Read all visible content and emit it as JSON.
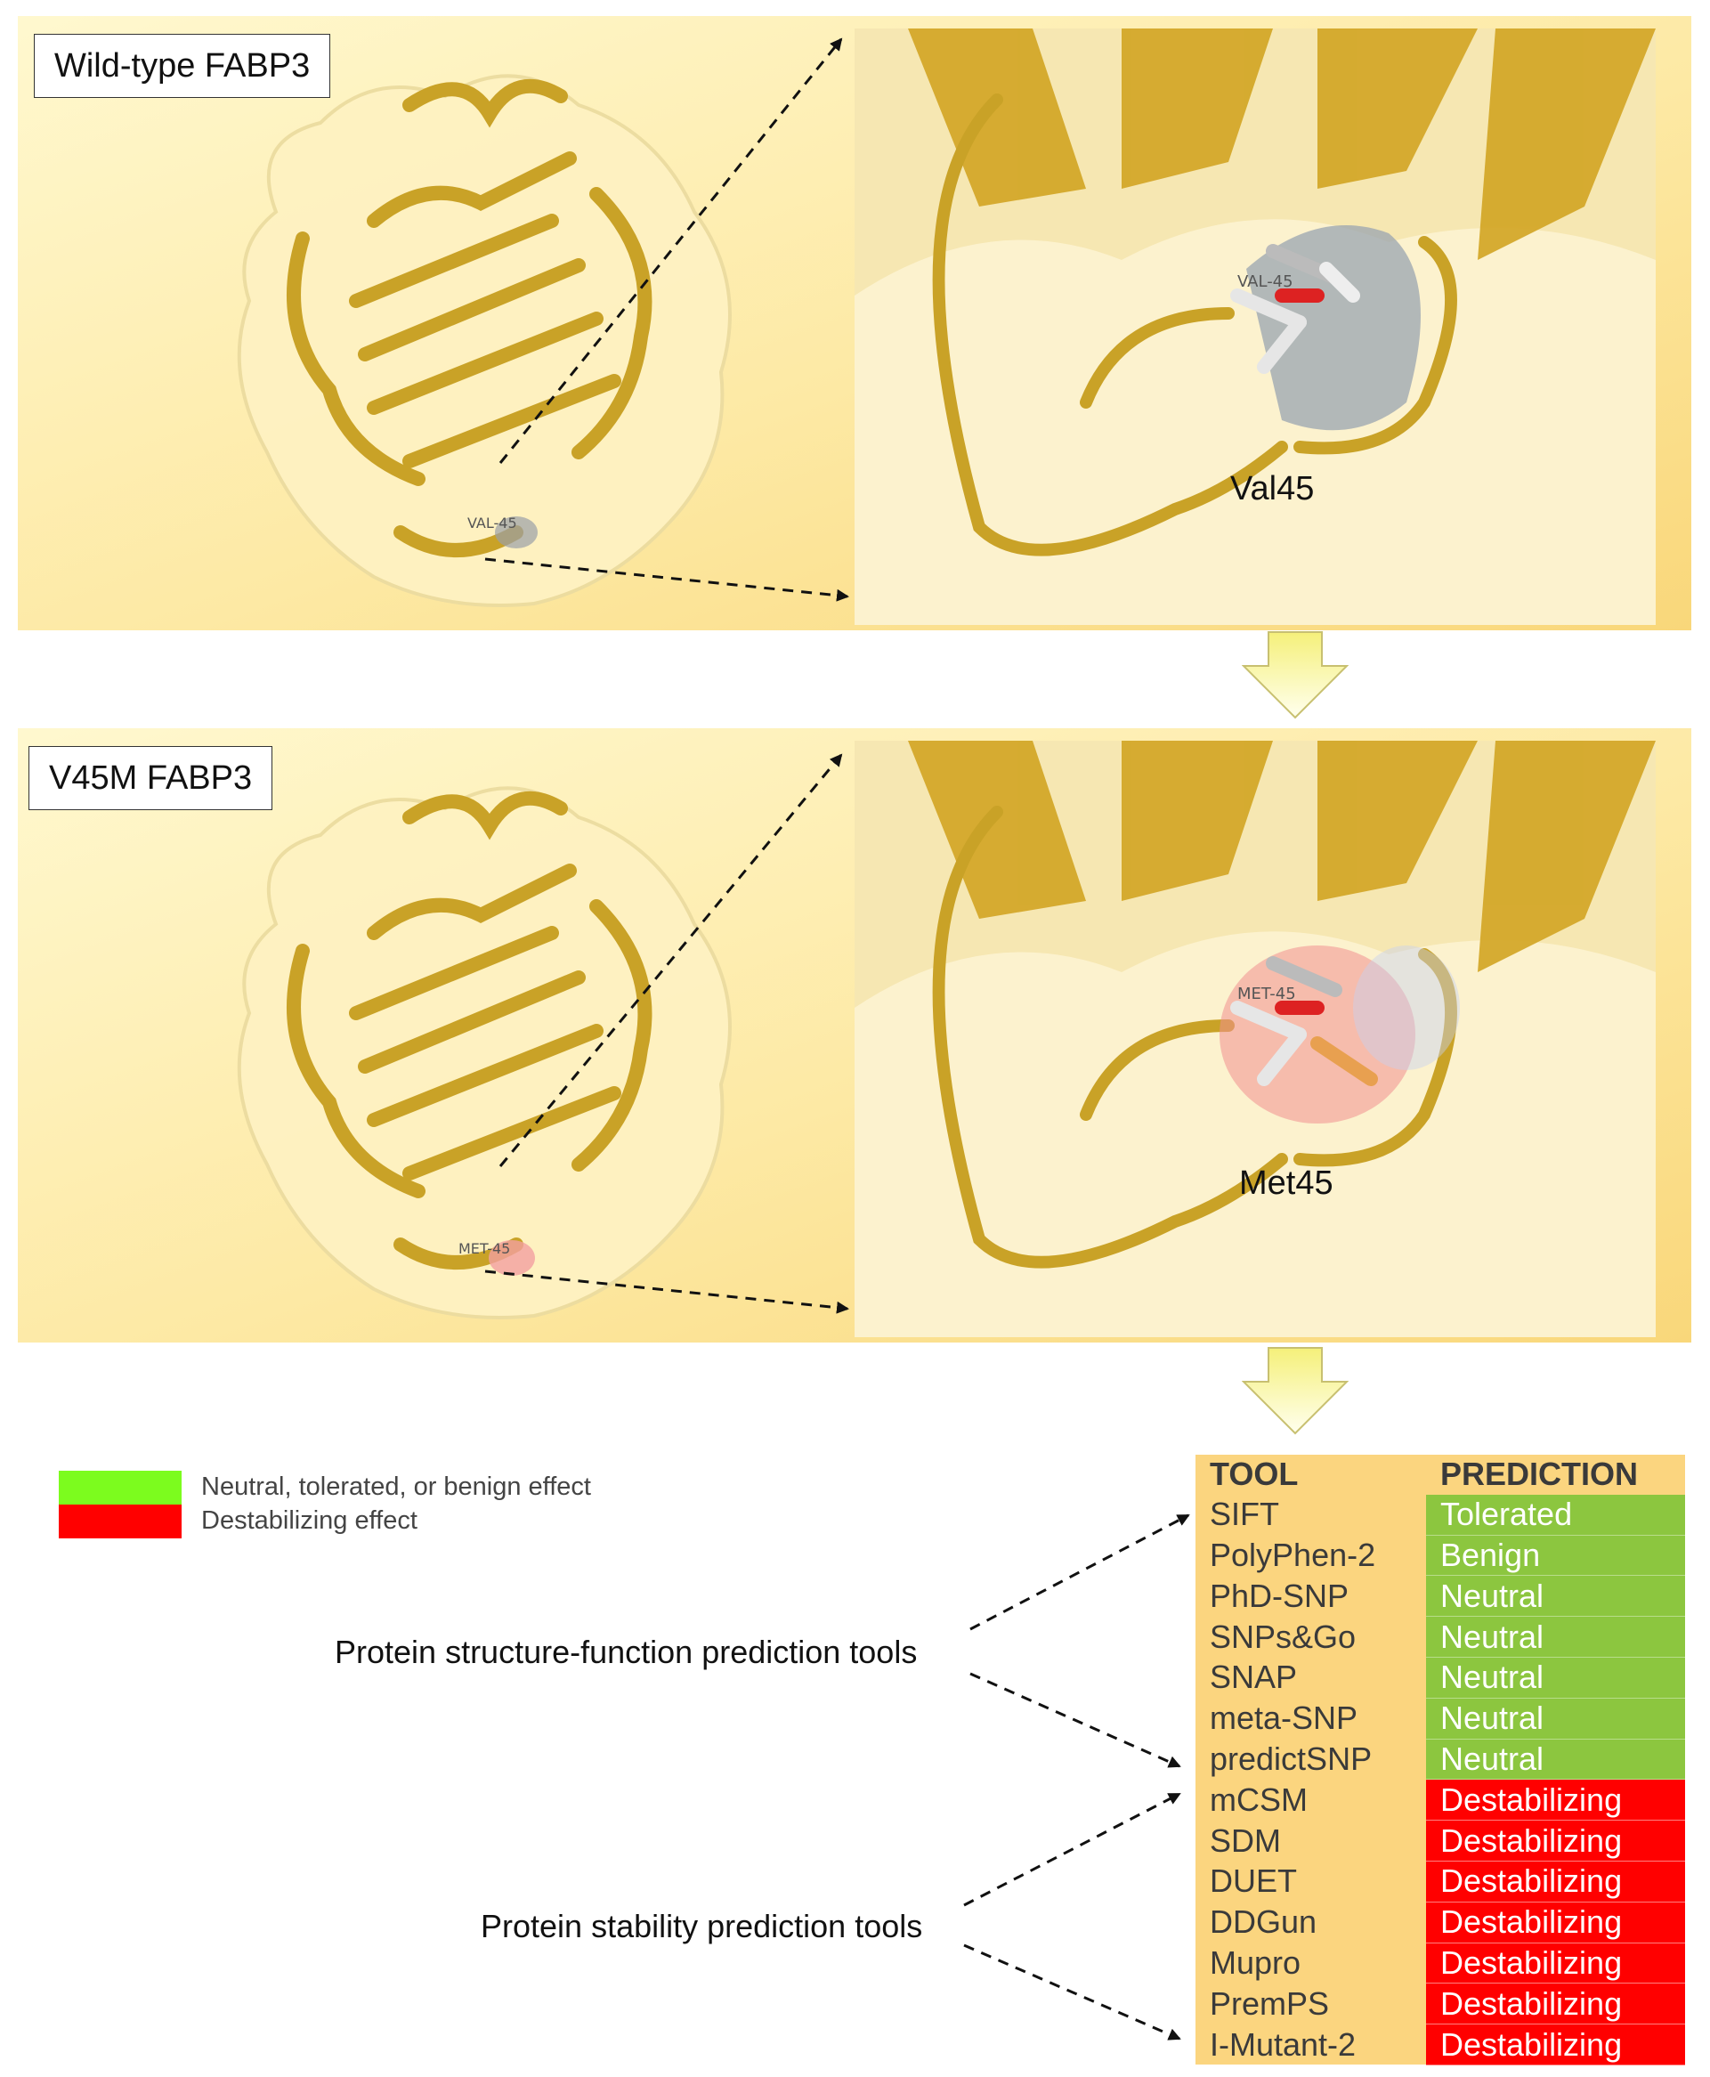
{
  "panels": {
    "wild_type": {
      "title": "Wild-type FABP3",
      "residue": "Val45",
      "tiny_label": "VAL-45"
    },
    "mutant": {
      "title": "V45M FABP3",
      "residue": "Met45",
      "tiny_label": "MET-45"
    }
  },
  "legend": [
    {
      "text": "Neutral, tolerated, or benign effect",
      "color": "#7cfc1e"
    },
    {
      "text": "Destabilizing effect",
      "color": "#ff0000"
    }
  ],
  "groups": {
    "structure_function": "Protein structure-function prediction tools",
    "stability": "Protein stability prediction tools"
  },
  "table": {
    "headers": {
      "tool": "TOOL",
      "prediction": "PREDICTION"
    },
    "rows": [
      {
        "tool": "SIFT",
        "prediction": "Tolerated",
        "effect": "neutral"
      },
      {
        "tool": "PolyPhen-2",
        "prediction": "Benign",
        "effect": "neutral"
      },
      {
        "tool": "PhD-SNP",
        "prediction": "Neutral",
        "effect": "neutral"
      },
      {
        "tool": "SNPs&Go",
        "prediction": "Neutral",
        "effect": "neutral"
      },
      {
        "tool": "SNAP",
        "prediction": "Neutral",
        "effect": "neutral"
      },
      {
        "tool": "meta-SNP",
        "prediction": "Neutral",
        "effect": "neutral"
      },
      {
        "tool": "predictSNP",
        "prediction": "Neutral",
        "effect": "neutral"
      },
      {
        "tool": "mCSM",
        "prediction": "Destabilizing",
        "effect": "destabilizing"
      },
      {
        "tool": "SDM",
        "prediction": "Destabilizing",
        "effect": "destabilizing"
      },
      {
        "tool": "DUET",
        "prediction": "Destabilizing",
        "effect": "destabilizing"
      },
      {
        "tool": "DDGun",
        "prediction": "Destabilizing",
        "effect": "destabilizing"
      },
      {
        "tool": "Mupro",
        "prediction": "Destabilizing",
        "effect": "destabilizing"
      },
      {
        "tool": "PremPS",
        "prediction": "Destabilizing",
        "effect": "destabilizing"
      },
      {
        "tool": "I-Mutant-2",
        "prediction": "Destabilizing",
        "effect": "destabilizing"
      }
    ]
  },
  "colors": {
    "neutral_cell": "#8cc63f",
    "destabilizing_cell": "#ff0000",
    "ribbon": "#c9a227",
    "surface": "#fff3c4"
  }
}
